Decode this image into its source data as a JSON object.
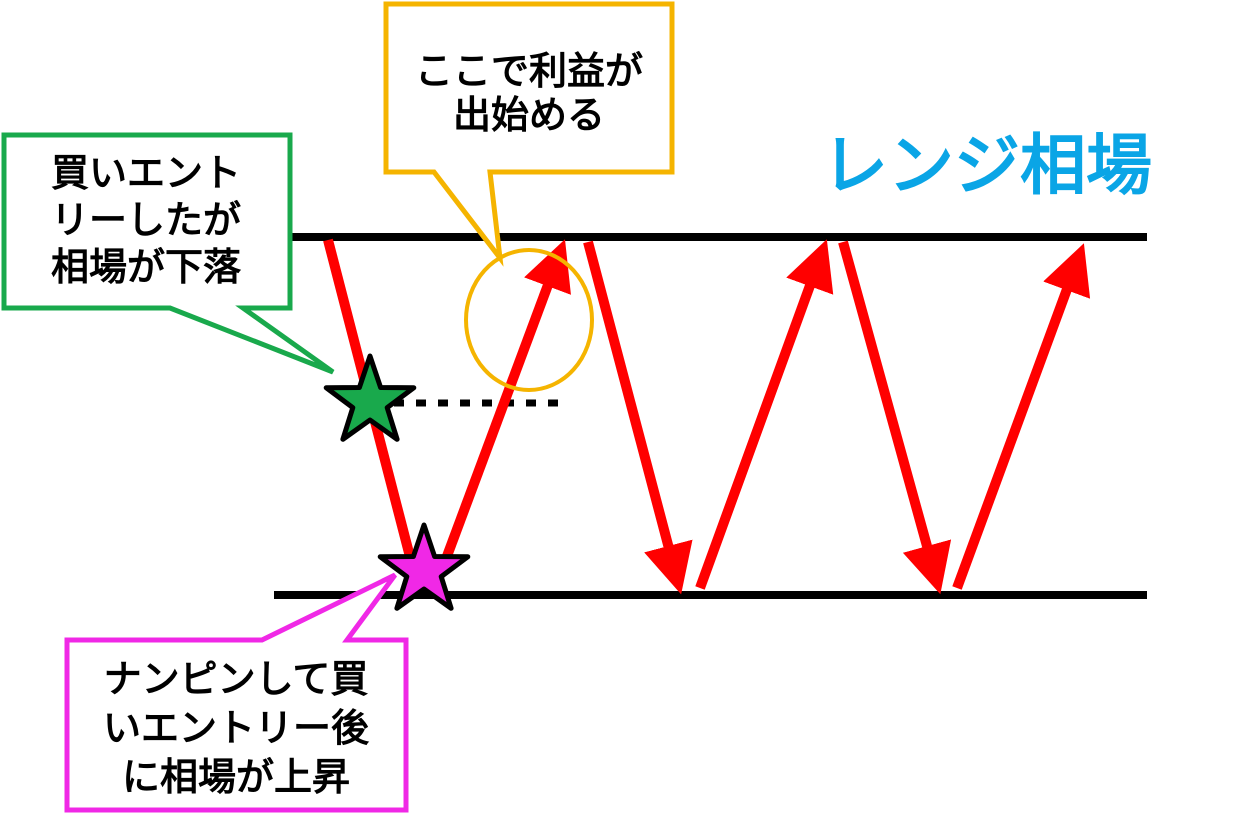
{
  "title": "レンジ相場",
  "colors": {
    "title": "#0aa5e6",
    "arrow": "#ff0000",
    "buy_callout": "#19a94c",
    "nampin_callout": "#f028e6",
    "profit_callout": "#f5b400",
    "line": "#000000",
    "star_buy": "#19a94c",
    "star_nampin": "#f028e6"
  },
  "callouts": {
    "profit": {
      "lines": [
        "ここで利益が",
        "出始める"
      ]
    },
    "buy_entry": {
      "lines": [
        "買いエント",
        "リーしたが",
        "相場が下落"
      ]
    },
    "nampin": {
      "lines": [
        "ナンピンして買",
        "いエントリー後",
        "に相場が上昇"
      ]
    }
  },
  "markers": {
    "buy_star": "star-icon",
    "nampin_star": "star-icon"
  }
}
